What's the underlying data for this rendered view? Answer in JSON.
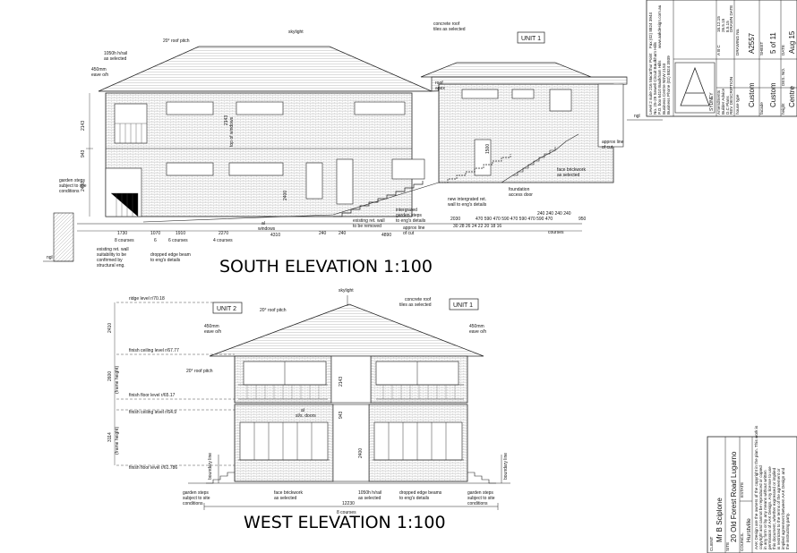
{
  "south": {
    "title": "SOUTH ELEVATION 1:100",
    "unit_tag": "UNIT 1",
    "notes": {
      "roof_pitch": "20° roof pitch",
      "skylight": "skylight",
      "concrete_roof": "concrete roof",
      "concrete_roof2": "tiles as selected",
      "rail": "1050h h/rail",
      "rail2": "as selected",
      "eave": "450mm",
      "eave2": "eave o/h",
      "roof_apex": "roof",
      "roof_apex2": "apex",
      "top_windows": "top of windows",
      "garden_steps": "garden steps",
      "garden_steps2": "subject to site",
      "garden_steps3": "conditions",
      "ngl": "ngl",
      "approx_cut": "approx line",
      "approx_cut2": "of cut",
      "face_brick": "face brickwork",
      "face_brick2": "as selected",
      "foundation": "foundation",
      "foundation2": "access door",
      "new_wall": "new intergrated ret.",
      "new_wall2": "wall to eng's details",
      "integrated": "intergrated",
      "integrated2": "garden steps",
      "integrated3": "to eng's details",
      "approx_cut_b": "approx line",
      "approx_cut_b2": "of cut",
      "existing_wall": "existing ret. wall",
      "existing_wall2": "to be removed",
      "windows": "al",
      "windows2": "windows",
      "existing_left": "existing ret. wall",
      "existing_left2": "suitability to be",
      "existing_left3": "confirmed by",
      "existing_left4": "structural eng.",
      "dropped_beam": "dropped edge beam",
      "dropped_beam2": "to eng's details",
      "courses8": "8 courses",
      "courses6": "6",
      "courses6b": "6 courses",
      "courses4": "4 courses",
      "courses_r": "courses"
    },
    "dims": {
      "d2143": "2143",
      "d943": "943",
      "d2400": "2400",
      "d1730": "1730",
      "d1070": "1070",
      "d1910": "1910",
      "d2270": "2270",
      "d4310": "4310",
      "d240a": "240",
      "d240b": "240",
      "d4890": "4890",
      "d2030": "2030",
      "steps": "470 590 470 590 470 590 470 590 470",
      "steps_top": "240 240 240 240",
      "d950": "950",
      "d1500": "1500",
      "risers": "30  28  26  24  22  20  18  16",
      "d2143b": "2143",
      "d2400b": "2400"
    }
  },
  "west": {
    "title": "WEST ELEVATION 1:100",
    "unit2": "UNIT 2",
    "unit1": "UNIT 1",
    "levels": {
      "ridge": "ridge level r/70.18",
      "ceiling1": "finish ceiling level r/67.77",
      "floor1": "finish floor level r/65.17",
      "ceiling2": "finish ceiling level r/64.9",
      "floor2": "finish floor level r/61.786"
    },
    "vdims": {
      "d2410": "2410",
      "d2600": "2600",
      "frame": "(frame height)",
      "d3114": "3114",
      "frame2": "(frame height)"
    },
    "notes": {
      "skylight": "skylight",
      "concrete_roof": "concrete roof",
      "concrete_roof2": "tiles as selected",
      "roof_pitch": "20° roof pitch",
      "roof_pitch2": "20° roof pitch",
      "eave_l": "450mm",
      "eave_l2": "eave o/h",
      "eave_r": "450mm",
      "eave_r2": "eave o/h",
      "sliding": "al",
      "sliding2": "sl/s. doors",
      "boundary_l": "boundary line",
      "boundary_r": "boundary line",
      "garden_l": "garden steps",
      "garden_l2": "subject to site",
      "garden_l3": "conditions",
      "face": "face brickwork",
      "face2": "as selected",
      "rail": "1050h h/rail",
      "rail2": "as selected",
      "dropped": "dropped edge beams",
      "dropped2": "to eng's details",
      "garden_r": "garden steps",
      "garden_r2": "subject to site",
      "garden_r3": "conditions",
      "d2143": "2143",
      "d943": "943",
      "d2400": "2400",
      "total": "12230",
      "courses": "8 courses"
    }
  },
  "titleblock": {
    "company": "SYDNEY",
    "address1": "Level 2 suite 216 Macarthur Point",
    "address2": "No. 25-29 Sewell Circuit Baulkham Hills",
    "address3": "P.O. box 6410 Baulkham Hills",
    "address4": "Business Centre NSW 2153",
    "address5": "Business Phone (02) 8824 3939",
    "address6": "Fax (02) 8824 3944",
    "address7": "www.aakdesign.com.au",
    "rev_a": "Amendments",
    "rev_b": "Builder Advice",
    "rev_c": "D.C Plans",
    "date_a": "16.12.15",
    "date_b": "26.5.15",
    "date_c": "8.5.15",
    "rev_ids": "A  B  C",
    "rev_hdr": "REV  DESCRIPTION",
    "date_hdr": "DRAWN  DATE",
    "draw_no_hdr": "DRAWING No.",
    "draw_no": "A2557",
    "house_type_hdr": "house type",
    "house_type": "Custom",
    "sheet_hdr": "SHEET",
    "sheet": "5 of 11",
    "facade_hdr": "facade",
    "facade": "Custom",
    "date_hdr2": "DATE",
    "date": "Aug 15",
    "height_hdr": "height",
    "height": "Centre",
    "scale": "DES. NO."
  },
  "client": {
    "client_hdr": "CLIENT",
    "client": "Mr B Sciplone",
    "site_hdr": "SITE",
    "site": "20 Old Forest Road Lugarno",
    "council_hdr": "COUNCIL",
    "council": "Hurstville",
    "estate_hdr": "ESTATE",
    "copyright1": "AAK Design are the owners of the copyright in the plan. This work is",
    "copyright2": "copyright and cannot be reproduced or copied",
    "copyright3": "in any form or by any means without written",
    "copyright4": "permission of AAK Design. Any license to use",
    "copyright5": "this document, whether expressed or implied",
    "copyright6": "is restricted to the terms of the agreement or",
    "copyright7": "implied agreement between AAK Design and",
    "copyright8": "the instructing party."
  }
}
